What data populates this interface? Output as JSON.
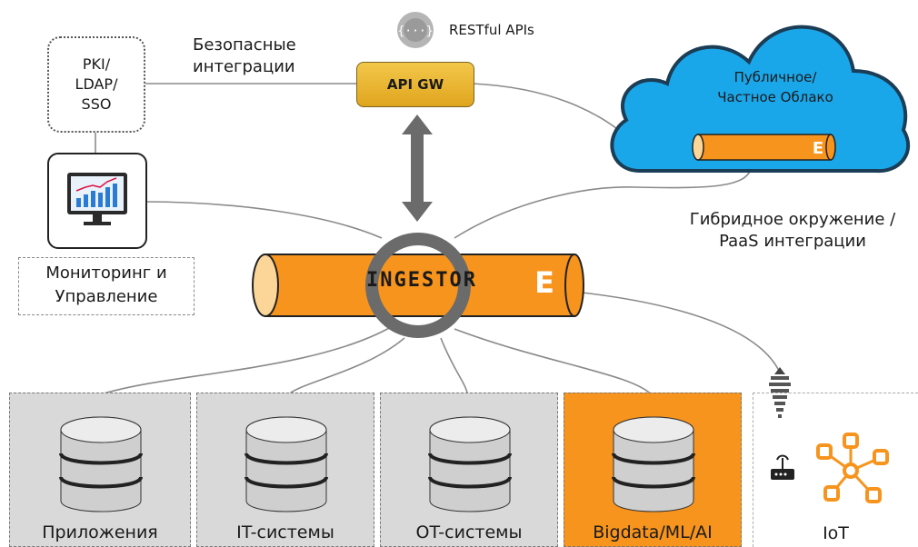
{
  "labels": {
    "secure_integrations": "Безопасные\nинтеграции",
    "restful_apis": "RESTful APIs",
    "api_gw": "API GW",
    "pki": "PKI/\nLDAP/\nSSO",
    "cloud": "Публичное/\nЧастное Облако",
    "hybrid": "Гибридное окружение /\nPaaS интеграции",
    "monitoring": "Мониторинг и\nУправление",
    "ingestor": "INGESTOR",
    "ingestor_logo": "E"
  },
  "sources": [
    {
      "label": "Приложения",
      "highlight": false
    },
    {
      "label": "IT-системы",
      "highlight": false
    },
    {
      "label": "OT-системы",
      "highlight": false
    },
    {
      "label": "Bigdata/ML/AI",
      "highlight": true
    }
  ],
  "iot": {
    "label": "IoT"
  },
  "colors": {
    "orange": "#f7941d",
    "gold": "#f0b82e",
    "cloud": "#1aa7ea",
    "panel_gray": "#d9d9d9"
  }
}
